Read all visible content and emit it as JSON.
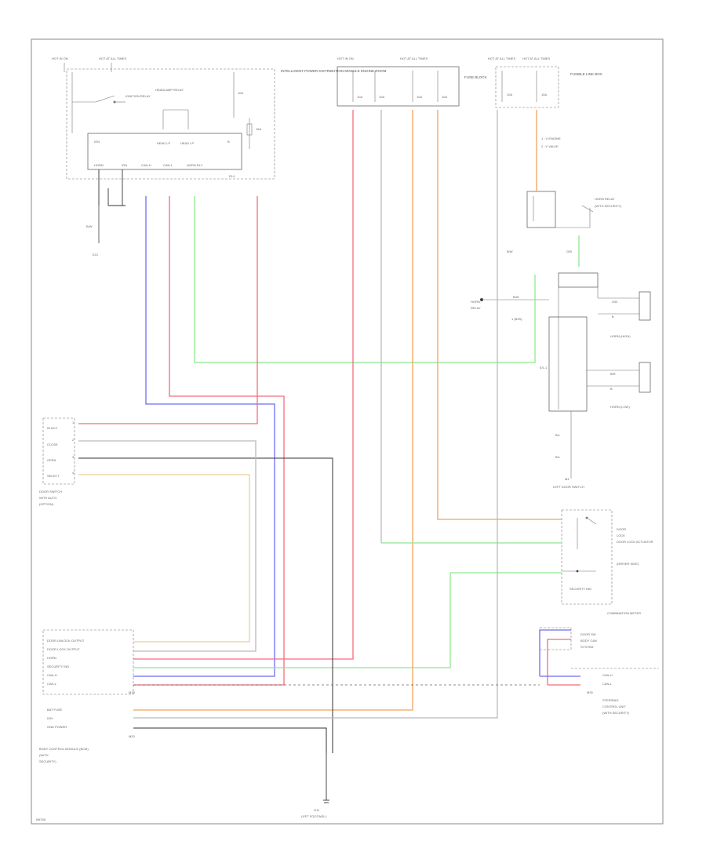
{
  "colors": {
    "pink": "#f46c7d",
    "blue": "#6c6cf4",
    "green": "#8ee88e",
    "orange": "#f3a25b",
    "tan": "#e6cf9a",
    "dark": "#333333",
    "frame": "#888888"
  },
  "labels": {
    "top_left_1": "HOT IN ON",
    "top_left_2": "HOT AT ALL TIMES",
    "top_center_1": "HOT IN ON",
    "top_center_2": "HOT AT ALL TIMES",
    "top_right_1": "HOT AT ALL TIMES",
    "top_right_2": "HOT AT ALL TIMES",
    "ipdm_note": "INTELLIGENT POWER DISTRIBUTION MODULE ENGINE ROOM",
    "fuse_block_note": "FUSE BLOCK",
    "fuse_right_note": "FUSIBLE LINK BOX",
    "ignition_relay": "IGNITION RELAY",
    "horn_relay": "HORN RELAY",
    "headlamp_relay": "HEADLAMP RELAY",
    "engine_ground": "E21",
    "door_switch_label": "DOOR SWITCH",
    "horn_relay_right": "HORN RELAY",
    "horn_right_label": "HORN (HIGH)",
    "horn_low_label": "HORN (LOW)",
    "body_module": "BODY CONTROL MODULE (BCM)",
    "left_door_switch": "LEFT DOOR SWITCH",
    "door_lock_actuator": "DOOR LOCK ACTUATOR",
    "combination_meter": "COMBINATION METER",
    "security_ind": "SECURITY IND",
    "bcm_ground": "G11",
    "bottom_ground": "LEFT FOOTWELL",
    "corner_code": "N6768"
  }
}
